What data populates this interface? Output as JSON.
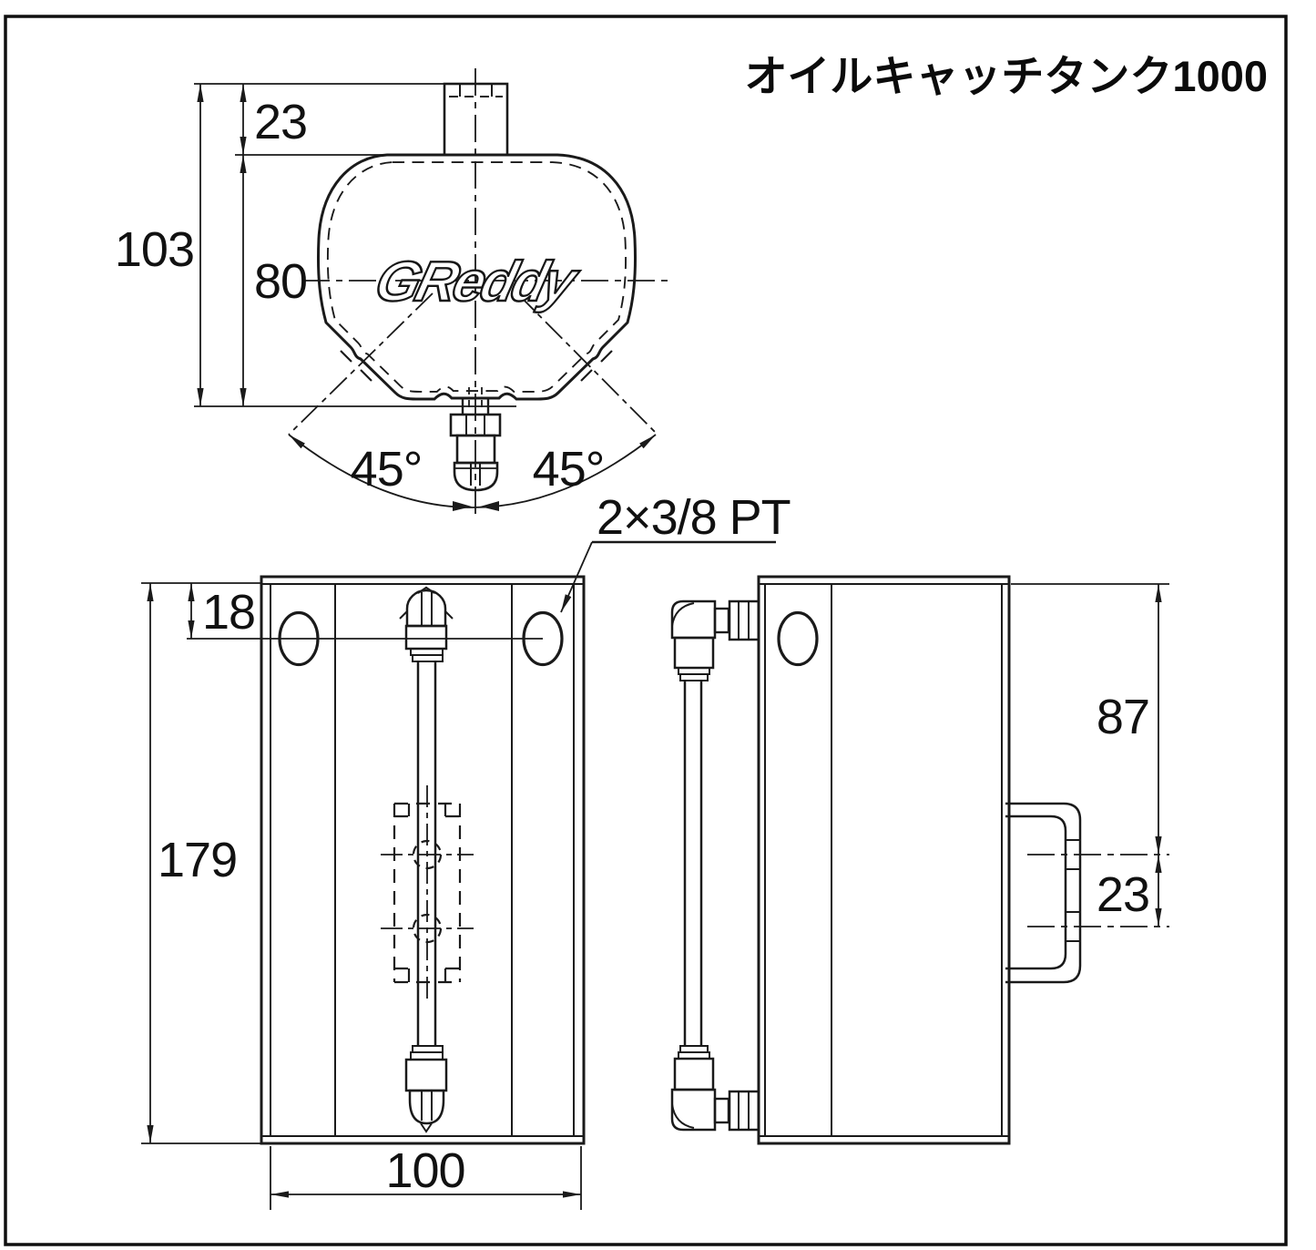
{
  "title": "オイルキャッチタンク1000",
  "logo": {
    "text": "GReddy"
  },
  "colors": {
    "line": "#1a1a1a",
    "background": "#ffffff"
  },
  "top_view": {
    "dims": {
      "overall_height": "103",
      "neck_height": "23",
      "body_depth": "80",
      "angle_left": "45°",
      "angle_right": "45°"
    }
  },
  "front_view": {
    "dims": {
      "port_offset": "18",
      "height": "179",
      "width": "100"
    },
    "port_label": "2×3/8 PT"
  },
  "side_view": {
    "dims": {
      "bracket_top": "87",
      "hole_pitch": "23"
    }
  }
}
